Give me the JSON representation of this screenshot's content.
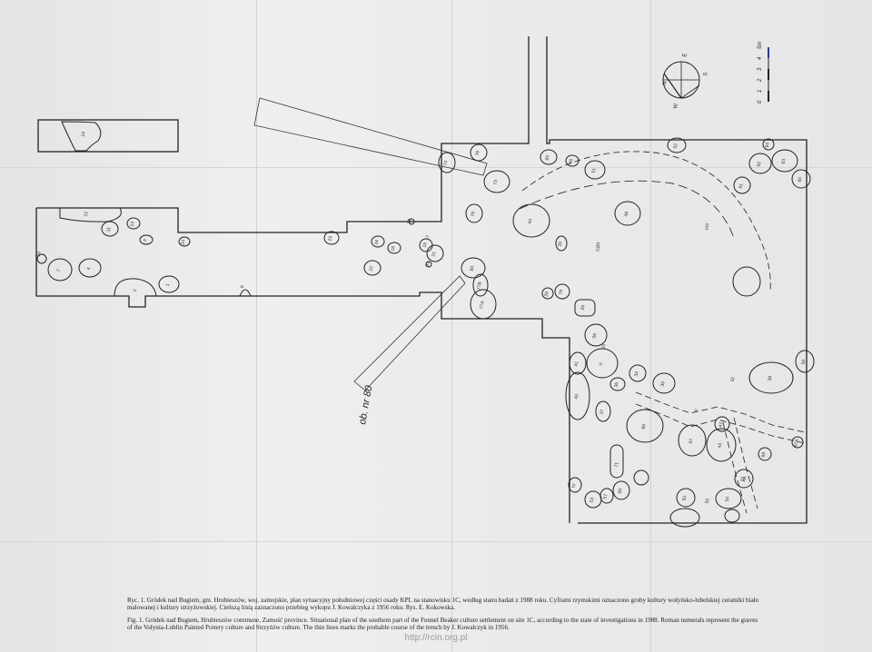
{
  "figure": {
    "ob_label": "ob. nr 80",
    "scale": {
      "ticks": [
        "0",
        "1",
        "2",
        "3",
        "4",
        "5m"
      ]
    },
    "compass": {
      "n": "N",
      "e": "E",
      "s": "S",
      "w": "W"
    },
    "features": [
      "14",
      "12",
      "10",
      "11",
      "13",
      "9",
      "24",
      "7",
      "4",
      "2",
      "1",
      "8",
      "20",
      "23",
      "16",
      "18",
      "15",
      "17",
      "21",
      "22",
      "81",
      "74",
      "76",
      "73",
      "78",
      "80",
      "77B",
      "77A",
      "65",
      "46",
      "51",
      "52",
      "64",
      "62",
      "63",
      "60",
      "61",
      "44",
      "48",
      "70",
      "39",
      "35",
      "26",
      "79",
      "28",
      "VIII",
      "56",
      "55",
      "41",
      "V",
      "40",
      "36",
      "34",
      "37",
      "30",
      "II",
      "32",
      "38",
      "58",
      "66",
      "67",
      "43",
      "47",
      "47A",
      "72",
      "69",
      "IV",
      "68",
      "53",
      "57",
      "50",
      "55",
      "54",
      "49",
      "71",
      "VI",
      "73",
      "III"
    ],
    "color_line": "#222222",
    "color_scale_accent": "#2a3a8c"
  },
  "caption": {
    "pl": "Ryc. 1. Gródek nad Bugiem, gm. Hrubieszów, woj. zamojskie, plan sytuacyjny południowej części osady KPL na stanowisku 1C, według stanu badań z 1988 roku. Cyframi rzymskimi oznaczono groby kultury wołyńsko-lubelskiej ceramiki biało malowanej i kultury strzyżowskiej. Cieńszą linią zaznaczono przebieg wykopu J. Kowalczyka z 1956 roku. Rys. E. Kokowska.",
    "en": "Fig. 1. Gródek nad Bugiem, Hrubieszów commune, Zamość province. Situational plan of the southern part of the Funnel Beaker culture settlement on site 1C, according to the state of investigations in 1988. Roman numerals represent the graves of the Volynia-Lublin Painted Pottery culture and Strzyżów culture. The thin lines marks the probable course of the trench by J. Kowalczyk in 1956."
  },
  "footer": "http://rcin.org.pl"
}
